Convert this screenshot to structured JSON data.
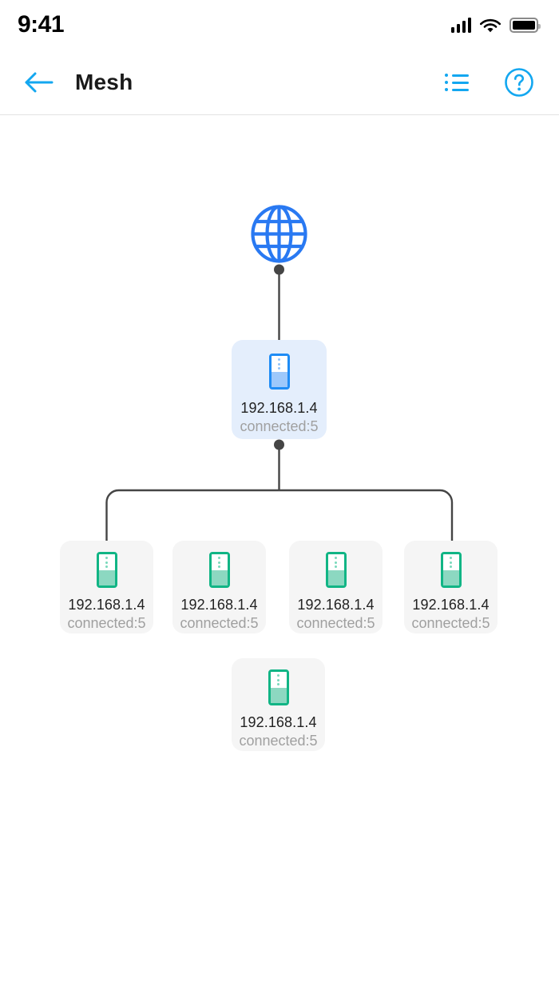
{
  "status_bar": {
    "time": "9:41",
    "icons": [
      "cellular-signal-icon",
      "wifi-icon",
      "battery-icon"
    ],
    "battery_level": "full"
  },
  "app_bar": {
    "back_label": "back-arrow-icon",
    "title": "Mesh",
    "actions": [
      {
        "name": "list-view-icon",
        "label": "List"
      },
      {
        "name": "help-icon",
        "label": "?"
      }
    ]
  },
  "colors": {
    "accent": "#13a7f0",
    "root_node_bg": "#e4eefc",
    "root_device": "#1f8cf5",
    "leaf_node_bg": "#f5f5f5",
    "leaf_device": "#11b585",
    "edge": "#454545",
    "globe": "#2979f2",
    "title_text": "#1a1a1a",
    "ip_text": "#222222",
    "status_text": "#a0a0a0"
  },
  "topology": {
    "internet": {
      "name": "internet-globe",
      "icon": "globe-icon"
    },
    "root": {
      "ip": "192.168.1.4",
      "status": "connected:5",
      "type": "router",
      "state": "active"
    },
    "leaves": [
      {
        "ip": "192.168.1.4",
        "status": "connected:5",
        "type": "node",
        "state": "online"
      },
      {
        "ip": "192.168.1.4",
        "status": "connected:5",
        "type": "node",
        "state": "online"
      },
      {
        "ip": "192.168.1.4",
        "status": "connected:5",
        "type": "node",
        "state": "online"
      },
      {
        "ip": "192.168.1.4",
        "status": "connected:5",
        "type": "node",
        "state": "online"
      },
      {
        "ip": "192.168.1.4",
        "status": "connected:5",
        "type": "node",
        "state": "online"
      }
    ]
  }
}
